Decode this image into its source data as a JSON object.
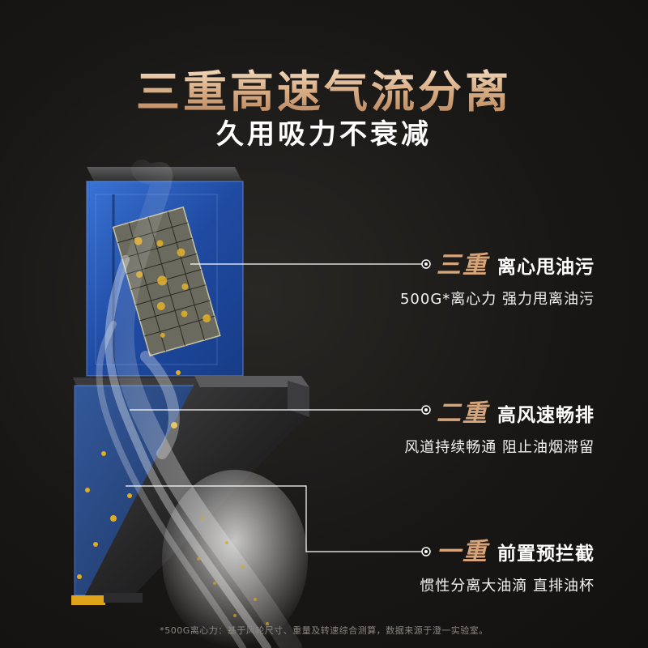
{
  "header": {
    "title": "三重高速气流分离",
    "subtitle": "久用吸力不衰减"
  },
  "callouts": [
    {
      "level": "三重",
      "name": "离心甩油污",
      "desc": "500G*离心力 强力甩离油污"
    },
    {
      "level": "二重",
      "name": "高风速畅排",
      "desc": "风道持续畅通 阻止油烟滞留"
    },
    {
      "level": "一重",
      "name": "前置预拦截",
      "desc": "惯性分离大油滴 直排油杯"
    }
  ],
  "footnote": "*500G离心力：基于风轮尺寸、重量及转速综合测算，数据来源于澄一实验室。",
  "colors": {
    "background": "#151310",
    "accent_gold": "#d7a57a",
    "glass_blue": "#2f63c8",
    "oil": "#d9a520"
  }
}
